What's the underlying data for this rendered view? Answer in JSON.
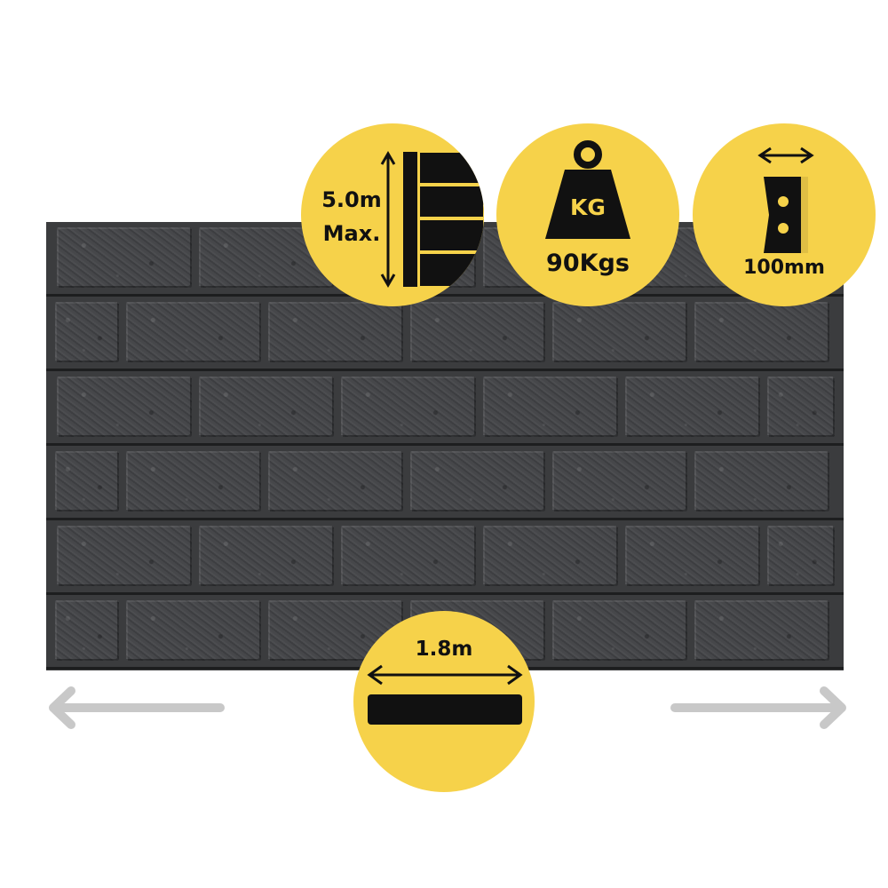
{
  "badges": {
    "height": {
      "line1": "5.0m",
      "line2": "Max.",
      "icon": "height-ruler-icon"
    },
    "weight": {
      "icon_text": "KG",
      "value": "90Kgs",
      "icon": "weight-icon"
    },
    "thickness": {
      "value": "100mm",
      "icon": "thickness-icon"
    },
    "width": {
      "value": "1.8m",
      "icon": "width-bar-icon"
    }
  },
  "colors": {
    "badge": "#f6d24a",
    "panel": "#3b3c3e",
    "arrow": "#c8c8c8"
  }
}
